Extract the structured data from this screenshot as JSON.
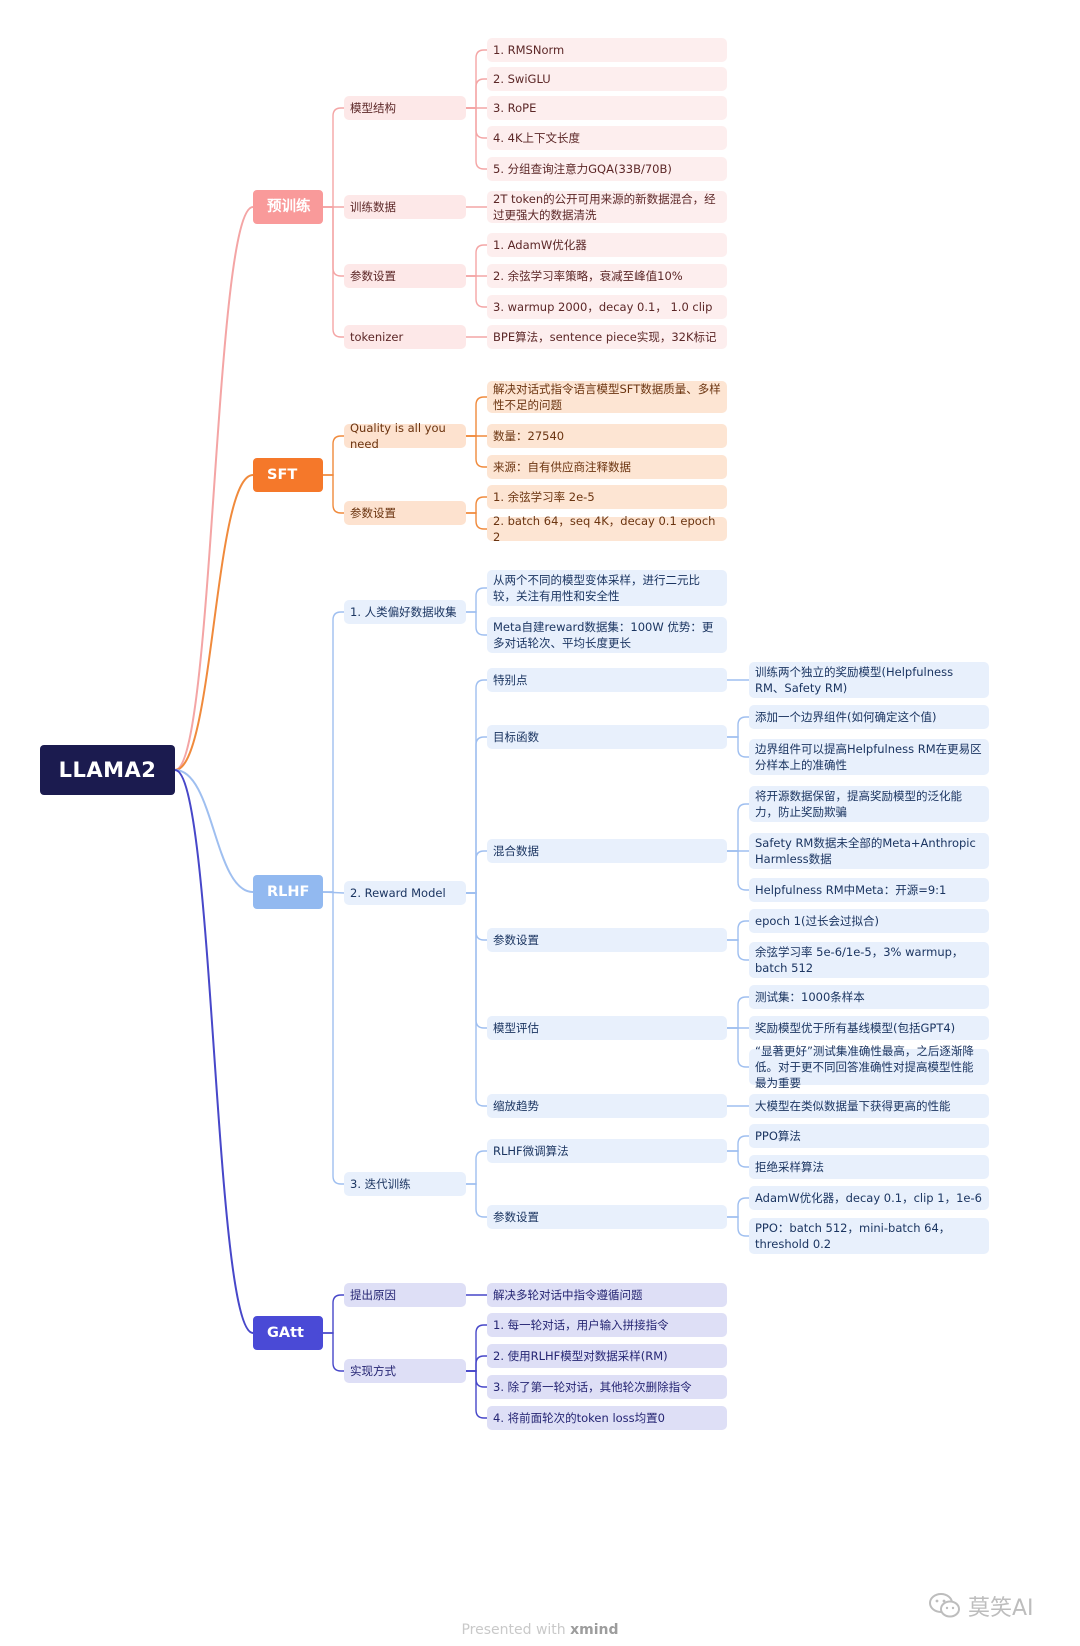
{
  "root": {
    "label": "LLAMA2"
  },
  "colors": {
    "root": "#1b1b4f",
    "pretrain": {
      "accent": "#f99a9a",
      "line": "#f4a5a5",
      "sub": "#fde8e8",
      "leaf": "#fdeeee",
      "text": "#5c2727"
    },
    "sft": {
      "accent": "#f5782a",
      "line": "#f08a3c",
      "sub": "#fde2cf",
      "leaf": "#fde5d3",
      "text": "#6b3410"
    },
    "rlhf": {
      "accent": "#92b9f0",
      "line": "#9fbff0",
      "sub": "#e8f0fc",
      "leaf": "#e8f0fc",
      "text": "#1b3561"
    },
    "gatt": {
      "accent": "#4a4ad6",
      "line": "#4747c9",
      "sub": "#dedff6",
      "leaf": "#dedff6",
      "text": "#252573"
    }
  },
  "branches": {
    "pretrain": {
      "label": "预训练",
      "children": [
        {
          "label": "模型结构",
          "children": [
            "1. RMSNorm",
            "2. SwiGLU",
            "3. RoPE",
            "4. 4K上下文长度",
            "5. 分组查询注意力GQA(33B/70B)"
          ]
        },
        {
          "label": "训练数据",
          "children": [
            "2T token的公开可用来源的新数据混合，经过更强大的数据清洗"
          ]
        },
        {
          "label": "参数设置",
          "children": [
            "1. AdamW优化器",
            "2. 余弦学习率策略，衰减至峰值10%",
            "3. warmup 2000，decay 0.1， 1.0 clip"
          ]
        },
        {
          "label": "tokenizer",
          "children": [
            "BPE算法，sentence piece实现，32K标记"
          ]
        }
      ]
    },
    "sft": {
      "label": "SFT",
      "children": [
        {
          "label": "Quality is all you need",
          "children": [
            "解决对话式指令语言模型SFT数据质量、多样性不足的问题",
            "数量：27540",
            "来源：自有供应商注释数据"
          ]
        },
        {
          "label": "参数设置",
          "children": [
            "1. 余弦学习率 2e-5",
            "2. batch 64，seq 4K，decay 0.1 epoch 2"
          ]
        }
      ]
    },
    "rlhf": {
      "label": "RLHF",
      "children": [
        {
          "label": "1. 人类偏好数据收集",
          "children": [
            "从两个不同的模型变体采样，进行二元比较，关注有用性和安全性",
            "Meta自建reward数据集：100W 优势：更多对话轮次、平均长度更长"
          ]
        },
        {
          "label": "2. Reward Model",
          "children": [
            {
              "label": "特别点",
              "children": [
                "训练两个独立的奖励模型(Helpfulness RM、Safety RM)"
              ]
            },
            {
              "label": "目标函数",
              "children": [
                "添加一个边界组件(如何确定这个值)",
                "边界组件可以提高Helpfulness RM在更易区分样本上的准确性"
              ]
            },
            {
              "label": "混合数据",
              "children": [
                "将开源数据保留，提高奖励模型的泛化能力，防止奖励欺骗",
                "Safety RM数据未全部的Meta+Anthropic Harmless数据",
                "Helpfulness RM中Meta：开源=9:1"
              ]
            },
            {
              "label": "参数设置",
              "children": [
                "epoch 1(过长会过拟合)",
                "余弦学习率 5e-6/1e-5，3% warmup，batch 512"
              ]
            },
            {
              "label": "模型评估",
              "children": [
                "测试集：1000条样本",
                "奖励模型优于所有基线模型(包括GPT4)",
                "“显著更好”测试集准确性最高，之后逐渐降低。对于更不同回答准确性对提高模型性能最为重要"
              ]
            },
            {
              "label": "缩放趋势",
              "children": [
                "大模型在类似数据量下获得更高的性能"
              ]
            }
          ]
        },
        {
          "label": "3. 迭代训练",
          "children": [
            {
              "label": "RLHF微调算法",
              "children": [
                "PPO算法",
                "拒绝采样算法"
              ]
            },
            {
              "label": "参数设置",
              "children": [
                "AdamW优化器，decay 0.1，clip 1，1e-6",
                "PPO：batch 512，mini-batch 64，threshold 0.2"
              ]
            }
          ]
        }
      ]
    },
    "gatt": {
      "label": "GAtt",
      "children": [
        {
          "label": "提出原因",
          "children": [
            "解决多轮对话中指令遵循问题"
          ]
        },
        {
          "label": "实现方式",
          "children": [
            "1. 每一轮对话，用户输入拼接指令",
            "2. 使用RLHF模型对数据采样(RM)",
            "3. 除了第一轮对话，其他轮次删除指令",
            "4. 将前面轮次的token loss均置0"
          ]
        }
      ]
    }
  },
  "footer": {
    "prefix": "Presented with ",
    "brand": "xmind"
  },
  "watermark": {
    "text": "莫笑AI",
    "icon": "wechat-icon"
  }
}
